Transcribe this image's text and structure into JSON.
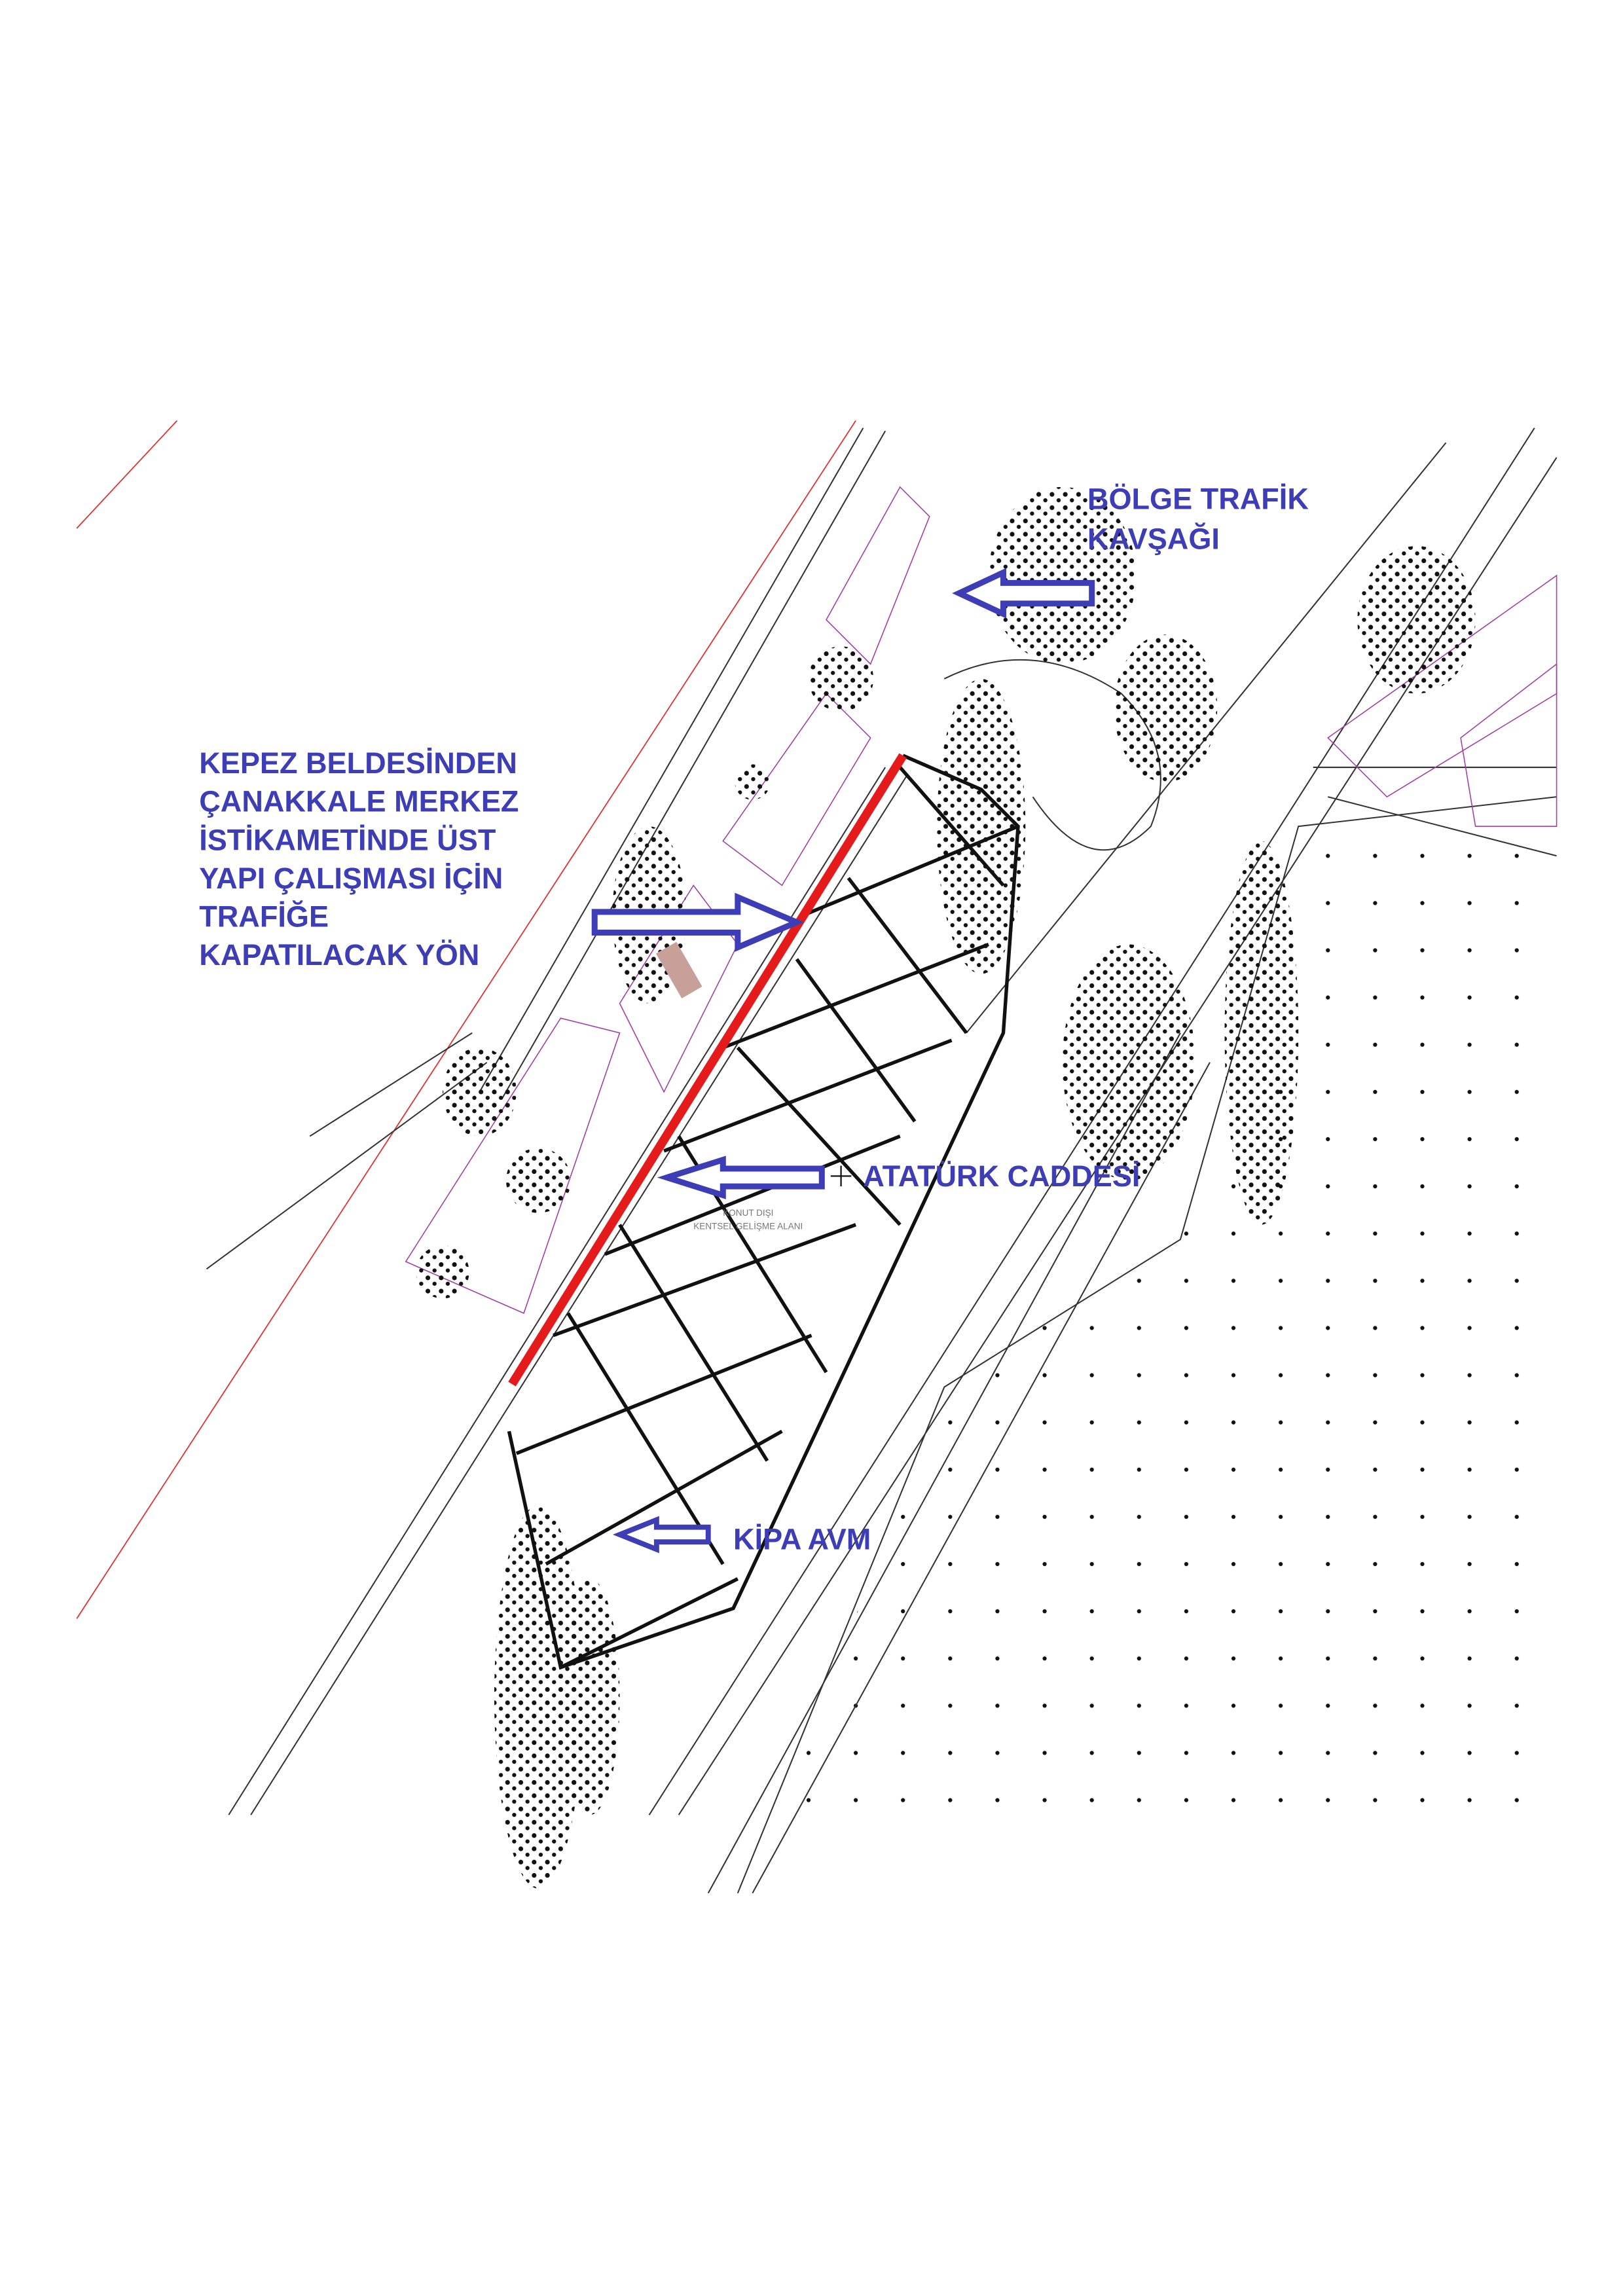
{
  "colors": {
    "label": "#3d3db5",
    "closed_road": "#e51b1b",
    "arrow": "#3d3db5",
    "grid": "#111111",
    "parcel": "#a040a0"
  },
  "labels": {
    "junction": [
      "BÖLGE TRAFİK",
      "KAVŞAĞI"
    ],
    "closure_note": [
      "KEPEZ BELDESİNDEN",
      "ÇANAKKALE MERKEZ",
      "İSTİKAMETİNDE ÜST",
      "YAPI ÇALIŞMASI İÇİN",
      "TRAFİĞE",
      "KAPATILACAK YÖN"
    ],
    "street": "ATATÜRK CADDESİ",
    "mall": "KİPA AVM",
    "zone": [
      "KONUT DIŞI",
      "KENTSEL GELİŞME ALANI"
    ]
  }
}
